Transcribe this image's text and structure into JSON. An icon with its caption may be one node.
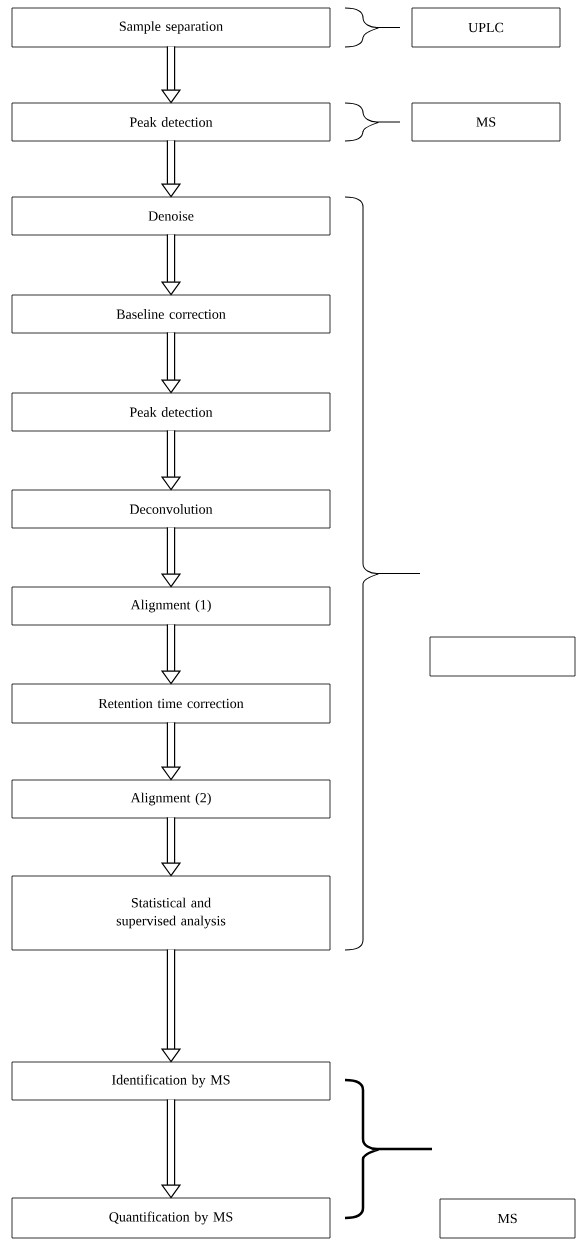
{
  "diagram": {
    "nodes": [
      {
        "text": [
          "Sample separation"
        ]
      },
      {
        "text": [
          "Peak detection"
        ]
      },
      {
        "text": [
          "Denoise"
        ]
      },
      {
        "text": [
          "Baseline correction"
        ]
      },
      {
        "text": [
          "Peak detection"
        ]
      },
      {
        "text": [
          "Deconvolution"
        ]
      },
      {
        "text": [
          "Alignment (1)"
        ]
      },
      {
        "text": [
          "Retention time correction"
        ]
      },
      {
        "text": [
          "Alignment (2)"
        ]
      },
      {
        "text": [
          "Statistical and supervised analysis"
        ]
      },
      {
        "text": [
          "Identification by MS"
        ]
      },
      {
        "text": [
          "Quantification by MS"
        ]
      },
      {
        "text": [
          "UPLC"
        ]
      },
      {
        "text": [
          "MS"
        ]
      },
      {
        "text": [],
        "shape": "box"
      },
      {
        "text": [
          "MS"
        ]
      }
    ],
    "edges": [
      {
        "from": 0,
        "to": 1,
        "arrow": "to"
      },
      {
        "from": 1,
        "to": 2,
        "arrow": "to"
      },
      {
        "from": 2,
        "to": 3,
        "arrow": "to"
      },
      {
        "from": 3,
        "to": 4,
        "arrow": "to"
      },
      {
        "from": 4,
        "to": 5,
        "arrow": "to"
      },
      {
        "from": 5,
        "to": 6,
        "arrow": "to"
      },
      {
        "from": 6,
        "to": 7,
        "arrow": "to"
      },
      {
        "from": 7,
        "to": 8,
        "arrow": "to"
      },
      {
        "from": 8,
        "to": 9,
        "arrow": "to"
      },
      {
        "from": 9,
        "to": 10,
        "arrow": "to"
      },
      {
        "from": 10,
        "to": 11,
        "arrow": "to"
      }
    ]
  }
}
